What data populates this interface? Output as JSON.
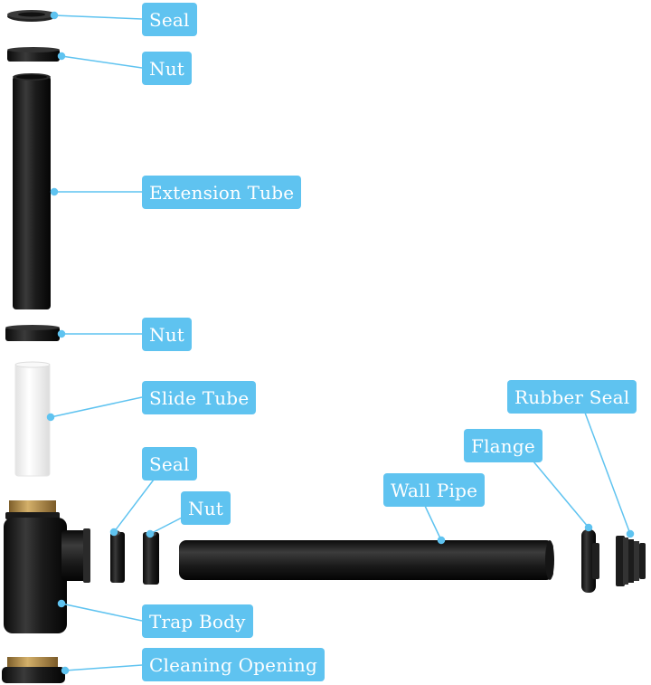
{
  "labels": {
    "seal_top": "Seal",
    "nut_top": "Nut",
    "extension_tube": "Extension Tube",
    "nut_middle": "Nut",
    "slide_tube": "Slide Tube",
    "seal_small": "Seal",
    "nut_small": "Nut",
    "wall_pipe": "Wall Pipe",
    "flange": "Flange",
    "rubber_seal": "Rubber Seal",
    "trap_body": "Trap Body",
    "cleaning_opening": "Cleaning Opening"
  },
  "colors": {
    "label_background": "#5fc3f0",
    "label_text": "#ffffff",
    "leader_line": "#5fc3f0",
    "part_black": "#1b1b1b",
    "part_white": "#f4f4f4",
    "brass": "#b08a4a"
  }
}
